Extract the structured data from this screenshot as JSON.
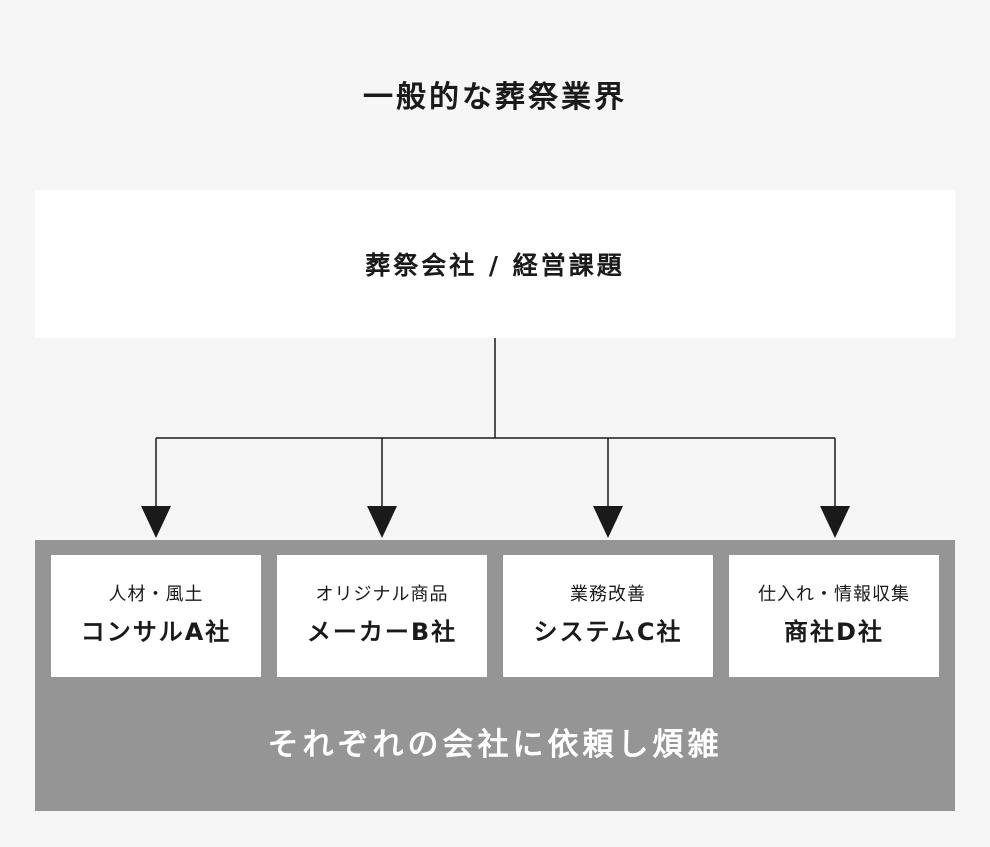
{
  "title": "一般的な葬祭業界",
  "top_box": {
    "label": "葬祭会社 / 経営課題"
  },
  "companies": [
    {
      "role": "人材・風土",
      "name": "コンサルA社"
    },
    {
      "role": "オリジナル商品",
      "name": "メーカーB社"
    },
    {
      "role": "業務改善",
      "name": "システムC社"
    },
    {
      "role": "仕入れ・情報収集",
      "name": "商社D社"
    }
  ],
  "conclusion": "それぞれの会社に依頼し煩雑",
  "colors": {
    "background": "#f6f6f6",
    "box": "#ffffff",
    "panel": "#959595",
    "line": "#1a1a1a",
    "conclusion_text": "#ffffff"
  }
}
